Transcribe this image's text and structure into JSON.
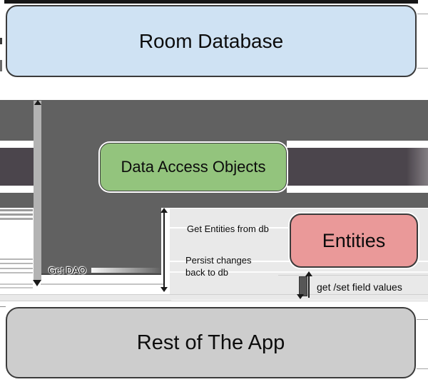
{
  "nodes": {
    "room_database": {
      "label": "Room Database",
      "fill": "#cfe2f3"
    },
    "dao": {
      "label": "Data Access Objects",
      "fill": "#93c47d"
    },
    "entities": {
      "label": "Entities",
      "fill": "#ea9999"
    },
    "rest_of_app": {
      "label": "Rest of The App",
      "fill": "#cdcdcd"
    }
  },
  "edge_labels": {
    "get_dao": "Get DAO",
    "get_entities": "Get Entities from db",
    "persist": {
      "lines": [
        "Persist changes",
        "back to db"
      ]
    },
    "get_set": "get /set field values"
  },
  "colors": {
    "arrow_gray": "#616161",
    "arrow_overlap_dark": "#4b454c",
    "shaft_light": "#b3b3b3",
    "panel_gray": "#e9e9e9",
    "node_border": "#3b3b3b",
    "top_strip": "#161616"
  }
}
